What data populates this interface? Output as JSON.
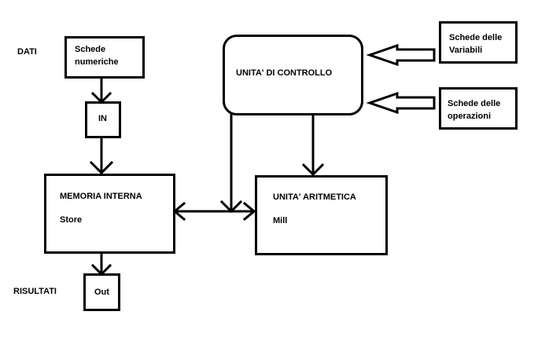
{
  "labels": {
    "dati": "DATI",
    "risultati": "RISULTATI"
  },
  "boxes": {
    "schede_numeriche": "Schede\nnumeriche",
    "in": "IN",
    "memoria_title": "MEMORIA INTERNA",
    "memoria_sub": "Store",
    "out": "Out",
    "controllo": "UNITA' DI CONTROLLO",
    "aritmetica_title": "UNITA' ARITMETICA",
    "aritmetica_sub": "Mill",
    "schede_variabili": "Schede delle\nVariabili",
    "schede_operazioni": "Schede delle\noperazioni"
  }
}
